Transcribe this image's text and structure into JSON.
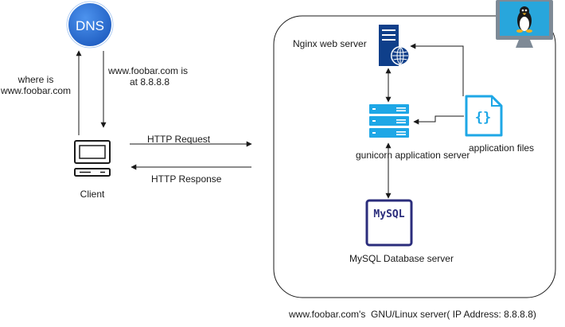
{
  "dns": {
    "icon_text": "DNS",
    "query_label_line1": "where is",
    "query_label_line2": "www.foobar.com",
    "answer_label_line1": "www.foobar.com is",
    "answer_label_line2": "at 8.8.8.8"
  },
  "client": {
    "label": "Client",
    "request_label": "HTTP Request",
    "response_label": "HTTP Response"
  },
  "server": {
    "nginx_label": "Nginx web server",
    "gunicorn_label": "gunicorn application server",
    "app_files_label": "application files",
    "app_files_icon_text": "{}",
    "mysql_icon_text": "MySQL",
    "mysql_label": "MySQL Database server",
    "caption": "www.foobar.com's  GNU/Linux server( IP Address: 8.8.8.8)"
  },
  "colors": {
    "dns_blue": "#2b6fd6",
    "server_blue": "#0f3f8a",
    "cyan": "#1ea7e6",
    "mysql_navy": "#2b2d7c",
    "monitor_frame": "#7e8a96",
    "monitor_screen": "#28a6dc",
    "line": "#1a1a1a"
  }
}
